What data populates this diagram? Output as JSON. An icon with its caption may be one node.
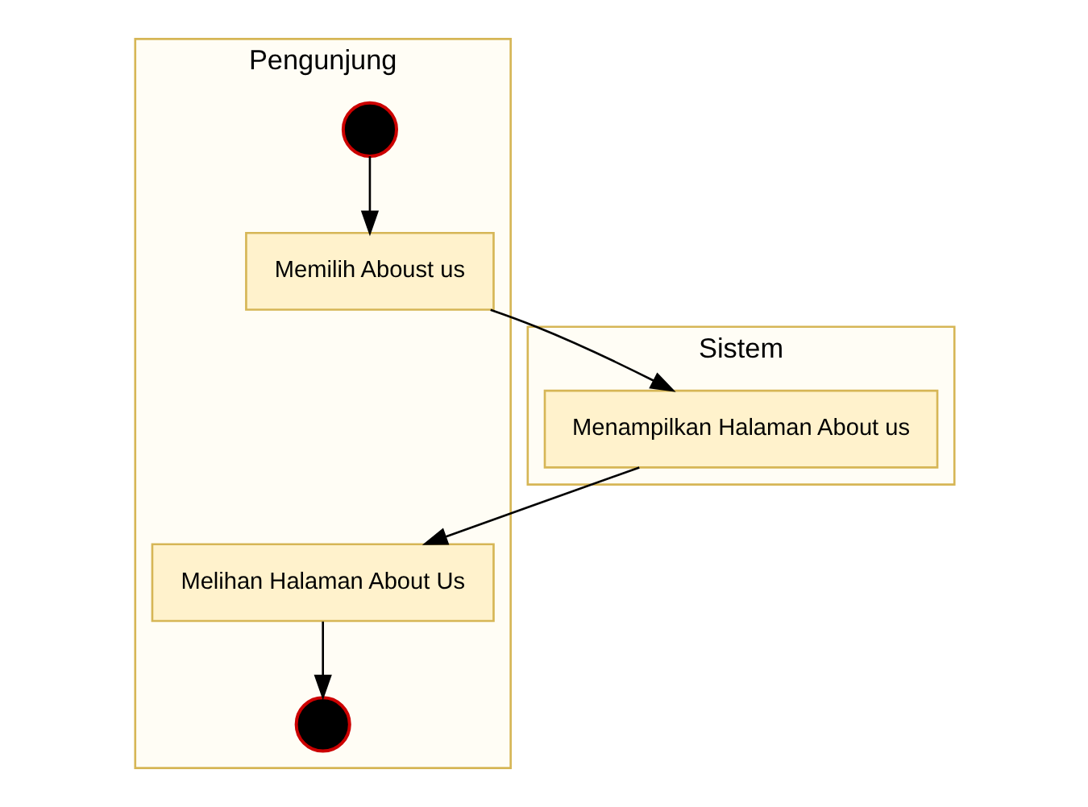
{
  "diagram": {
    "nodes": [
      {
        "text": [
          "Pengunjung"
        ]
      },
      {
        "text": [
          "Sistem"
        ]
      },
      {
        "text": [],
        "shape": "circle",
        "in": 0
      },
      {
        "text": [
          "Memilih Aboust us"
        ],
        "in": 0
      },
      {
        "text": [
          "Menampilkan Halaman About us"
        ],
        "in": 1
      },
      {
        "text": [
          "Melihan Halaman About Us"
        ],
        "in": 0
      },
      {
        "text": [],
        "shape": "circle",
        "in": 0
      }
    ],
    "edges": [
      {
        "from": 2,
        "to": 3,
        "arrow": "to"
      },
      {
        "from": 3,
        "to": 4,
        "arrow": "to"
      },
      {
        "from": 4,
        "to": 5,
        "arrow": "to"
      },
      {
        "from": 5,
        "to": 6,
        "arrow": "to"
      }
    ]
  }
}
